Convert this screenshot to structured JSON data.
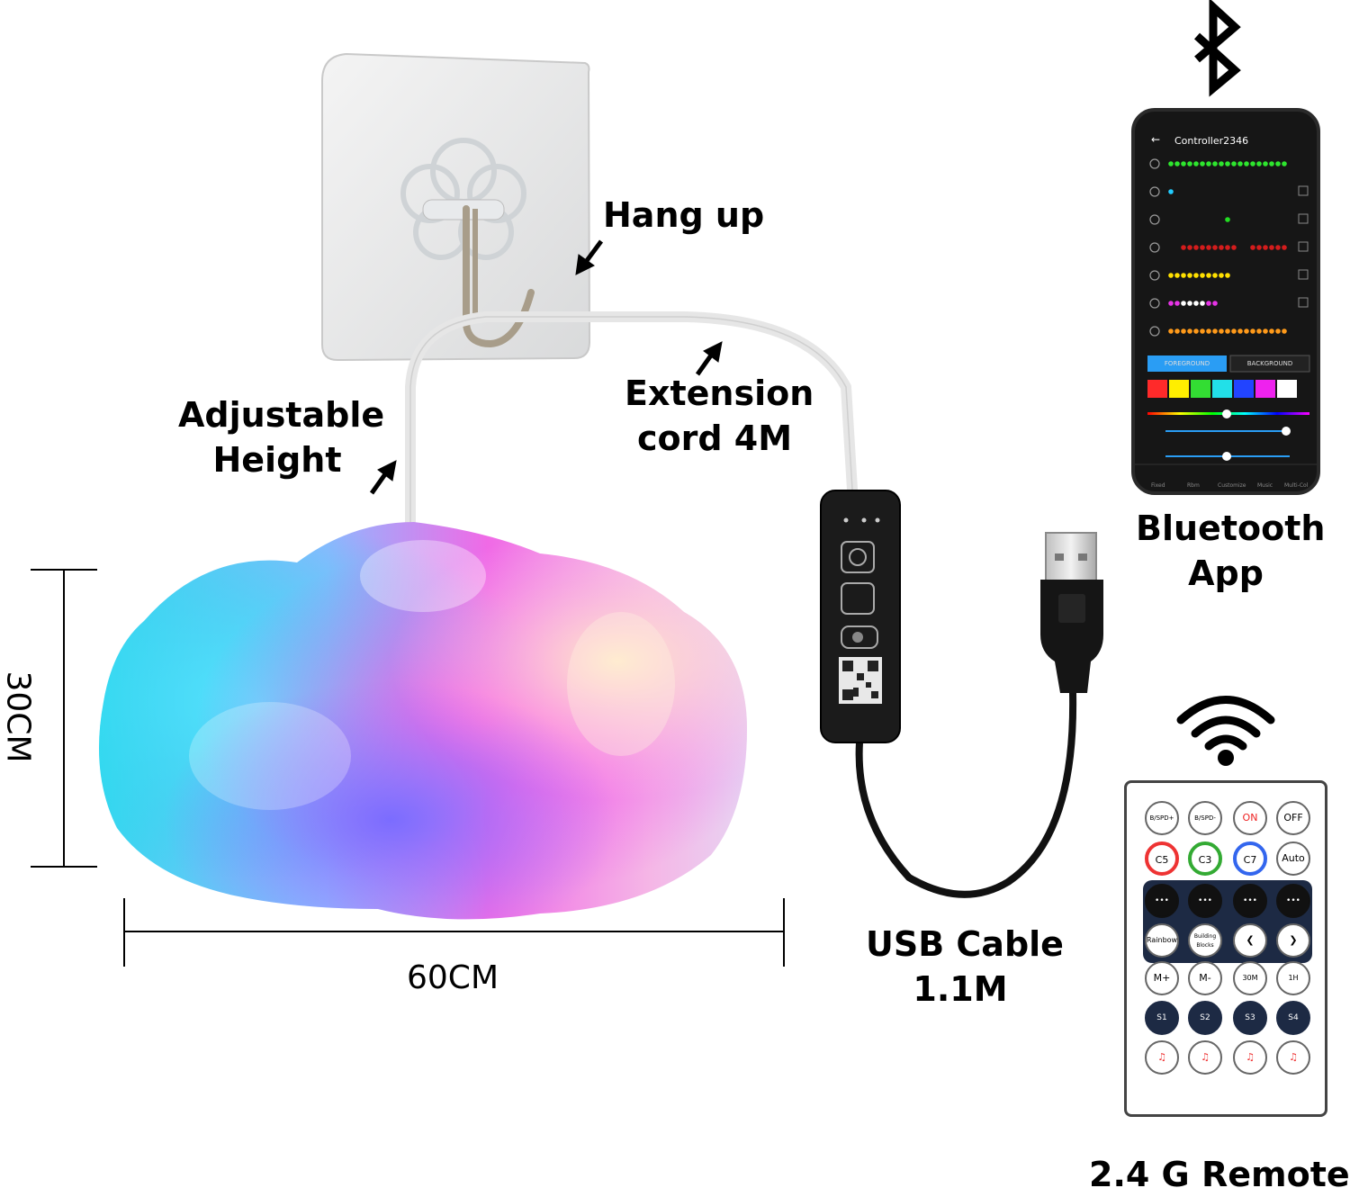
{
  "labels": {
    "hang_up": "Hang up",
    "adjustable_height_line1": "Adjustable",
    "adjustable_height_line2": "Height",
    "extension_line1": "Extension",
    "extension_line2": "cord 4M",
    "usb_line1": "USB Cable",
    "usb_line2": "1.1M",
    "bluetooth_line1": "Bluetooth",
    "bluetooth_line2": "App",
    "remote": "2.4 G Remote"
  },
  "dimensions": {
    "height": "30CM",
    "width": "60CM"
  },
  "phone": {
    "title": "Controller2346",
    "tab_foreground": "FOREGROUND",
    "tab_background": "BACKGROUND",
    "nav": [
      "Fixed",
      "Rbm",
      "Customize",
      "Music",
      "Multi-Col"
    ]
  },
  "remote": {
    "keys_row1": [
      "B/SPD+",
      "B/SPD-",
      "ON",
      "OFF"
    ],
    "keys_row2": [
      "C5",
      "C3",
      "C7",
      "Auto"
    ],
    "keys_row4": [
      "Rainbow",
      "Building Blocks"
    ],
    "keys_row5": [
      "M+",
      "M-",
      "30M",
      "1H"
    ],
    "keys_row6": [
      "S1",
      "S2",
      "S3",
      "S4"
    ]
  },
  "colors": {
    "cord": "#e6e6e6",
    "usb_cable": "#111111",
    "phone_accent": "#2a9df4"
  },
  "icons": [
    "bluetooth-icon",
    "wifi-icon",
    "hook-icon",
    "arrow-icon"
  ]
}
